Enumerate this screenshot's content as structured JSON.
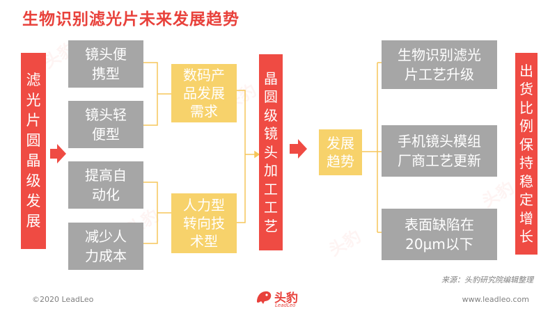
{
  "title": "生物识别滤光片未来发展趋势",
  "left_label": "滤光片圆晶级发展",
  "gray_left": [
    "镜头便\n携型",
    "镜头轻\n便型",
    "提高自\n动化",
    "减少人\n力成本"
  ],
  "yellow_left": [
    "数码产\n品发展\n需求",
    "人力型\n转向技\n术型"
  ],
  "center_label": "晶圆级镜头加工工艺",
  "trend": "发展\n趋势",
  "gray_right": [
    "生物识别滤光\n片工艺升级",
    "手机镜头模组\n厂商工艺更新",
    "表面缺陷在\n20μm以下"
  ],
  "right_label": "出货比例保持稳定增长",
  "source": "来源：头豹研究院编辑整理",
  "footer_left": "©2020 LeadLeo",
  "footer_right": "www.leadleo.com",
  "logo": {
    "name": "头豹",
    "sub": "LeadLeo"
  },
  "watermark": "头豹",
  "colors": {
    "accent_red": "#ef4b43",
    "gray_box": "#a6a6a6",
    "yellow_box": "#f7d26b",
    "connector": "#f5c65a"
  }
}
